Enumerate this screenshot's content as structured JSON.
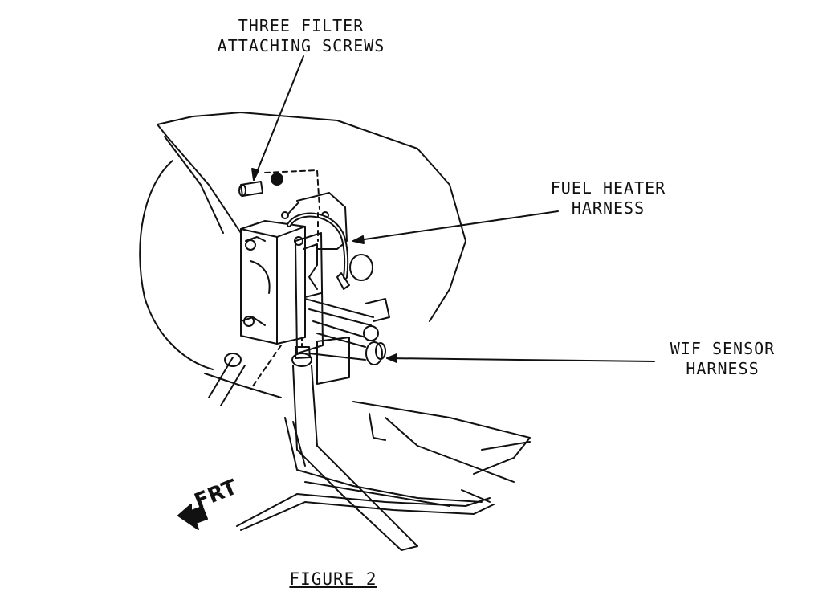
{
  "labels": {
    "screws": [
      "THREE FILTER",
      "ATTACHING SCREWS"
    ],
    "heater": [
      "FUEL HEATER",
      "HARNESS"
    ],
    "wif": [
      "WIF SENSOR",
      "HARNESS"
    ],
    "frt": "FRT"
  },
  "caption": "FIGURE 2",
  "ink_color": "#111111"
}
